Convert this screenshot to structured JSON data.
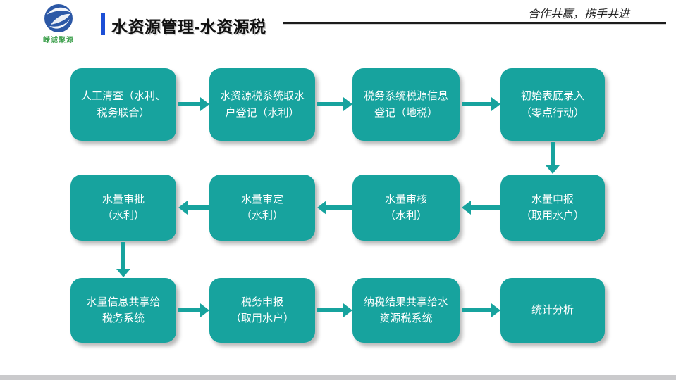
{
  "header": {
    "logo": {
      "text": "嵘诚聚源"
    },
    "title": "水资源管理-水资源税",
    "slogan": "合作共赢，携手共进"
  },
  "colors": {
    "node_teal": "#17a39e",
    "accent_blue": "#1c4fd6",
    "header_rule_dark": "#1c1c1c",
    "logo_green": "#3a9e4a",
    "logo_blue": "#2c58a6",
    "footer_gray": "#cacacc",
    "node_text": "#ffffff"
  },
  "flow": {
    "boxes": [
      {
        "text": "人工清查（水利、\n税务联合）"
      },
      {
        "text": "水资源税系统取水\n户登记（水利）"
      },
      {
        "text": "税务系统税源信息\n登记（地税）"
      },
      {
        "text": "初始表底录入\n（零点行动）"
      },
      {
        "text": "水量审批\n（水利）"
      },
      {
        "text": "水量审定\n（水利）"
      },
      {
        "text": "水量审核\n（水利）"
      },
      {
        "text": "水量申报\n（取用水户）"
      },
      {
        "text": "水量信息共享给\n税务系统"
      },
      {
        "text": "税务申报\n（取用水户）"
      },
      {
        "text": "纳税结果共享给水\n资源税系统"
      },
      {
        "text": "统计分析"
      }
    ],
    "connections": [
      {
        "from": 0,
        "to": 1,
        "dir": "right"
      },
      {
        "from": 1,
        "to": 2,
        "dir": "right"
      },
      {
        "from": 2,
        "to": 3,
        "dir": "right"
      },
      {
        "from": 3,
        "to": 7,
        "dir": "down"
      },
      {
        "from": 7,
        "to": 6,
        "dir": "left"
      },
      {
        "from": 6,
        "to": 5,
        "dir": "left"
      },
      {
        "from": 5,
        "to": 4,
        "dir": "left"
      },
      {
        "from": 4,
        "to": 8,
        "dir": "down"
      },
      {
        "from": 8,
        "to": 9,
        "dir": "right"
      },
      {
        "from": 9,
        "to": 10,
        "dir": "right"
      },
      {
        "from": 10,
        "to": 11,
        "dir": "right"
      }
    ]
  }
}
